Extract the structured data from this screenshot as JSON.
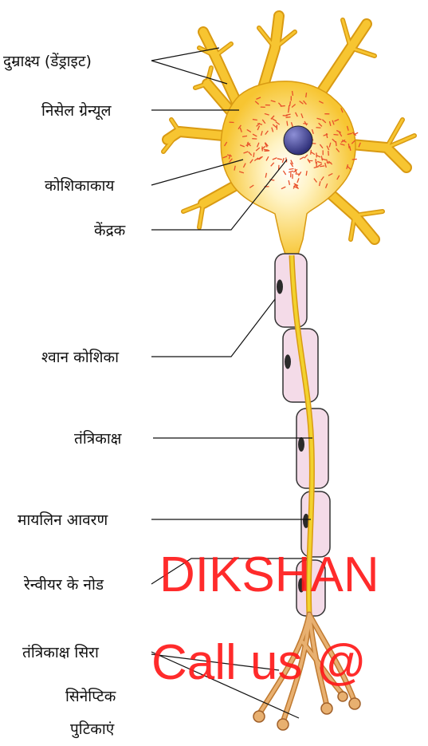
{
  "labels": {
    "dendrite": "दुम्राक्ष्य (डेंड्राइट)",
    "nissl": "निसेल ग्रेन्यूल",
    "cell_body": "कोशिकाकाय",
    "nucleus": "केंद्रक",
    "schwann": "श्वान कोशिका",
    "axon": "तंत्रिकाक्ष",
    "myelin": "मायलिन आवरण",
    "ranvier": "रेन्वीयर के नोड",
    "axon_end": "तंत्रिकाक्ष सिरा",
    "synaptic_1": "सिनेप्टिक",
    "synaptic_2": "पुटिकाएं"
  },
  "watermark": {
    "line1": "DIKSHAN",
    "line2": "Call us @"
  },
  "colors": {
    "soma_fill": "#f7c531",
    "soma_glow": "#fff6cf",
    "soma_edge": "#d99a12",
    "granule": "#e8502a",
    "nucleus": "#3e3f8c",
    "schwann_fill": "#f4dbe8",
    "schwann_edge": "#333333",
    "axon": "#f2d22e",
    "terminal": "#e8b070",
    "watermark": "#ff1a1a"
  }
}
